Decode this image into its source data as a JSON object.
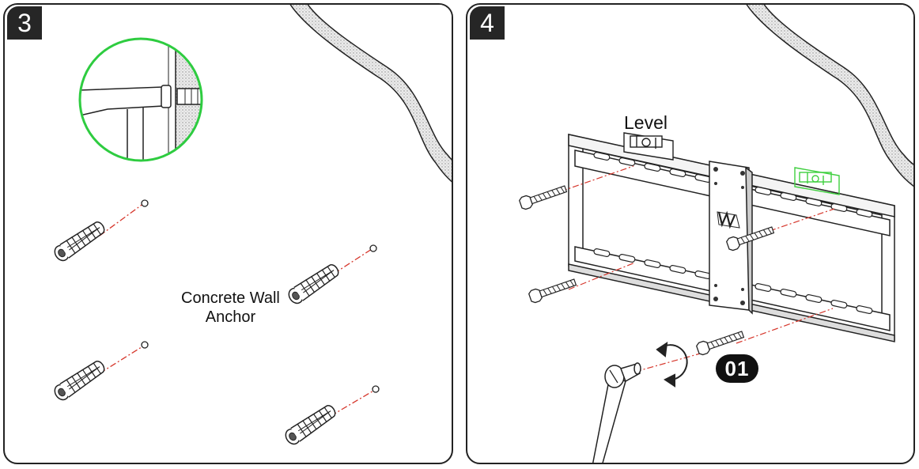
{
  "steps": [
    {
      "number": "3",
      "label_line1": "Concrete Wall",
      "label_line2": "Anchor"
    },
    {
      "number": "4",
      "level_label": "Level",
      "badge": "01"
    }
  ],
  "colors": {
    "outline": "#222222",
    "guide_line": "#d6362b",
    "magnifier_ring": "#2ecc40",
    "level_highlight": "#3fcf3f",
    "wall_texture": "#bdbdbd"
  },
  "icons": [
    "wall-anchor-icon",
    "screw-icon",
    "wall-plate-icon",
    "level-icon",
    "screwdriver-icon",
    "rotate-arrow-icon"
  ]
}
